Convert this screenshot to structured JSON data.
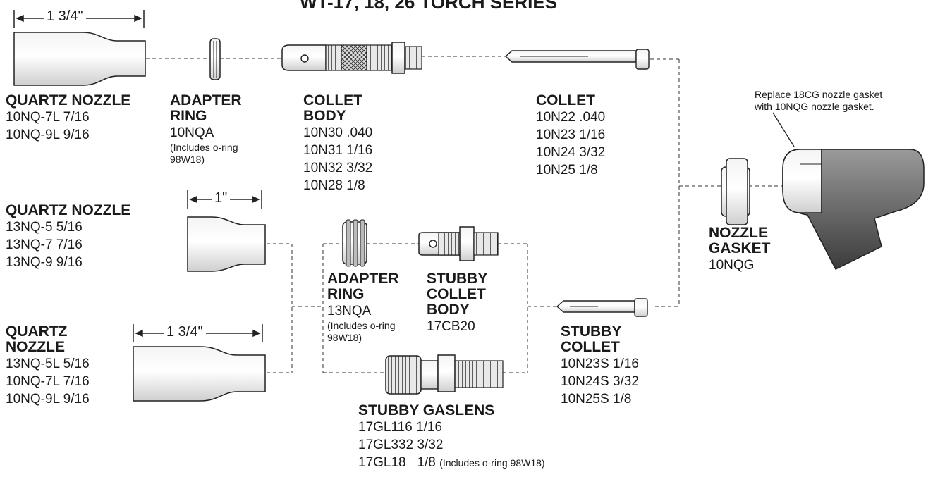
{
  "title": "WT-17, 18, 26 TORCH SERIES",
  "dimensions": {
    "long_a": "1 3/4\"",
    "short": "1\"",
    "long_b": "1 3/4\""
  },
  "quartz_nozzle_1": {
    "name": "QUARTZ NOZZLE",
    "items": [
      "10NQ-7L 7/16",
      "10NQ-9L 9/16"
    ]
  },
  "adapter_ring_1": {
    "name1": "ADAPTER",
    "name2": "RING",
    "part": "10NQA",
    "note1": "(Includes o-ring",
    "note2": "98W18)"
  },
  "collet_body": {
    "name1": "COLLET",
    "name2": "BODY",
    "items": [
      "10N30 .040",
      "10N31 1/16",
      "10N32 3/32",
      "10N28 1/8"
    ]
  },
  "collet": {
    "name": "COLLET",
    "items": [
      "10N22 .040",
      "10N23 1/16",
      "10N24 3/32",
      "10N25 1/8"
    ]
  },
  "gasket_note": {
    "line1": "Replace 18CG nozzle gasket",
    "line2": "with 10NQG nozzle gasket."
  },
  "quartz_nozzle_2": {
    "name": "QUARTZ NOZZLE",
    "items": [
      "13NQ-5 5/16",
      "13NQ-7 7/16",
      "13NQ-9 9/16"
    ]
  },
  "adapter_ring_2": {
    "name1": "ADAPTER",
    "name2": "RING",
    "part": "13NQA",
    "note1": "(Includes o-ring",
    "note2": "98W18)"
  },
  "stubby_collet_body": {
    "name1": "STUBBY",
    "name2": "COLLET",
    "name3": "BODY",
    "part": "17CB20"
  },
  "nozzle_gasket": {
    "name1": "NOZZLE",
    "name2": "GASKET",
    "part": "10NQG"
  },
  "quartz_nozzle_3": {
    "name1": "QUARTZ",
    "name2": "NOZZLE",
    "items": [
      "13NQ-5L 5/16",
      "10NQ-7L 7/16",
      "10NQ-9L 9/16"
    ]
  },
  "stubby_collet": {
    "name1": "STUBBY",
    "name2": "COLLET",
    "items": [
      "10N23S 1/16",
      "10N24S 3/32",
      "10N25S 1/8"
    ]
  },
  "stubby_gaslens": {
    "name": "STUBBY GASLENS",
    "items": [
      "17GL116 1/16",
      "17GL332 3/32"
    ],
    "last_item": "17GL18   1/8",
    "last_note": "(Includes o-ring 98W18)"
  }
}
